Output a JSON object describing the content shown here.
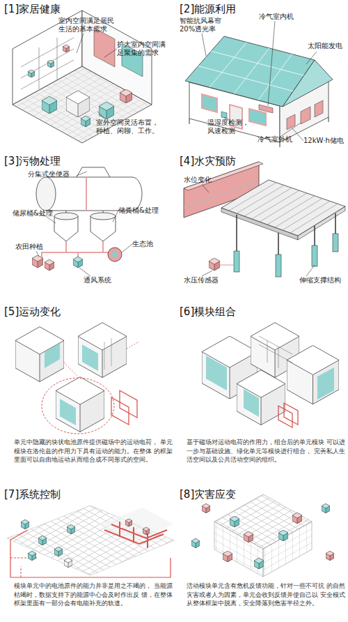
{
  "diagram": {
    "labels": [
      "[1]家居健康",
      "室内空间满足居民 生活的基本需求",
      "扩大室内空间满 足聚集的需求",
      "室外空间灵活布置， 种植、闲聊、工作。",
      "[2]能源利用",
      "智能抗风幕帘 20%透光率",
      "冷气室内机",
      "太阳能发电",
      "温湿度检测， 风速检测",
      "冷气室外机",
      "12kW·h储电",
      "[3]污物处理",
      "分集式坐便器",
      "储尿桶&处理",
      "储粪桶&处理",
      "生态池",
      "农田种植",
      "通风系统",
      "[4]水灾预防",
      "水位变化",
      "水压传感器",
      "伸缩支撑结构",
      "[5]运动变化",
      "单元中隐藏的块状电池原件提供磁场中的运动电荷， 单元模块在洛伦兹的作用力下具有运动的能力。在整体 的框架里面可以自由地运动从而组合成不同形式的空间。",
      "[6]模块组合",
      "基于磁场对运动电荷的作用力，组合后的单元模块 可以进一步与基础设施、绿化单元等模块进行组合， 完善私人生活空间以及公共活动空间的组织。",
      "[7]系统控制",
      "模块单元中的电池原件的能力并非是用之不竭的， 当能源枯竭时，数据支持下的能源中心会及时作出反 馈，在整体框架里面有一部分会有电能补充的轨道。",
      "[8]灾害应变",
      "活动模块单元含有危机反馈功能，针对一些不可抗 的自然灾害或者人为因素，单元会收到反馈并使自己以 安全模式从整体框架中脱离，安全降落到危害半径之外。"
    ]
  }
}
